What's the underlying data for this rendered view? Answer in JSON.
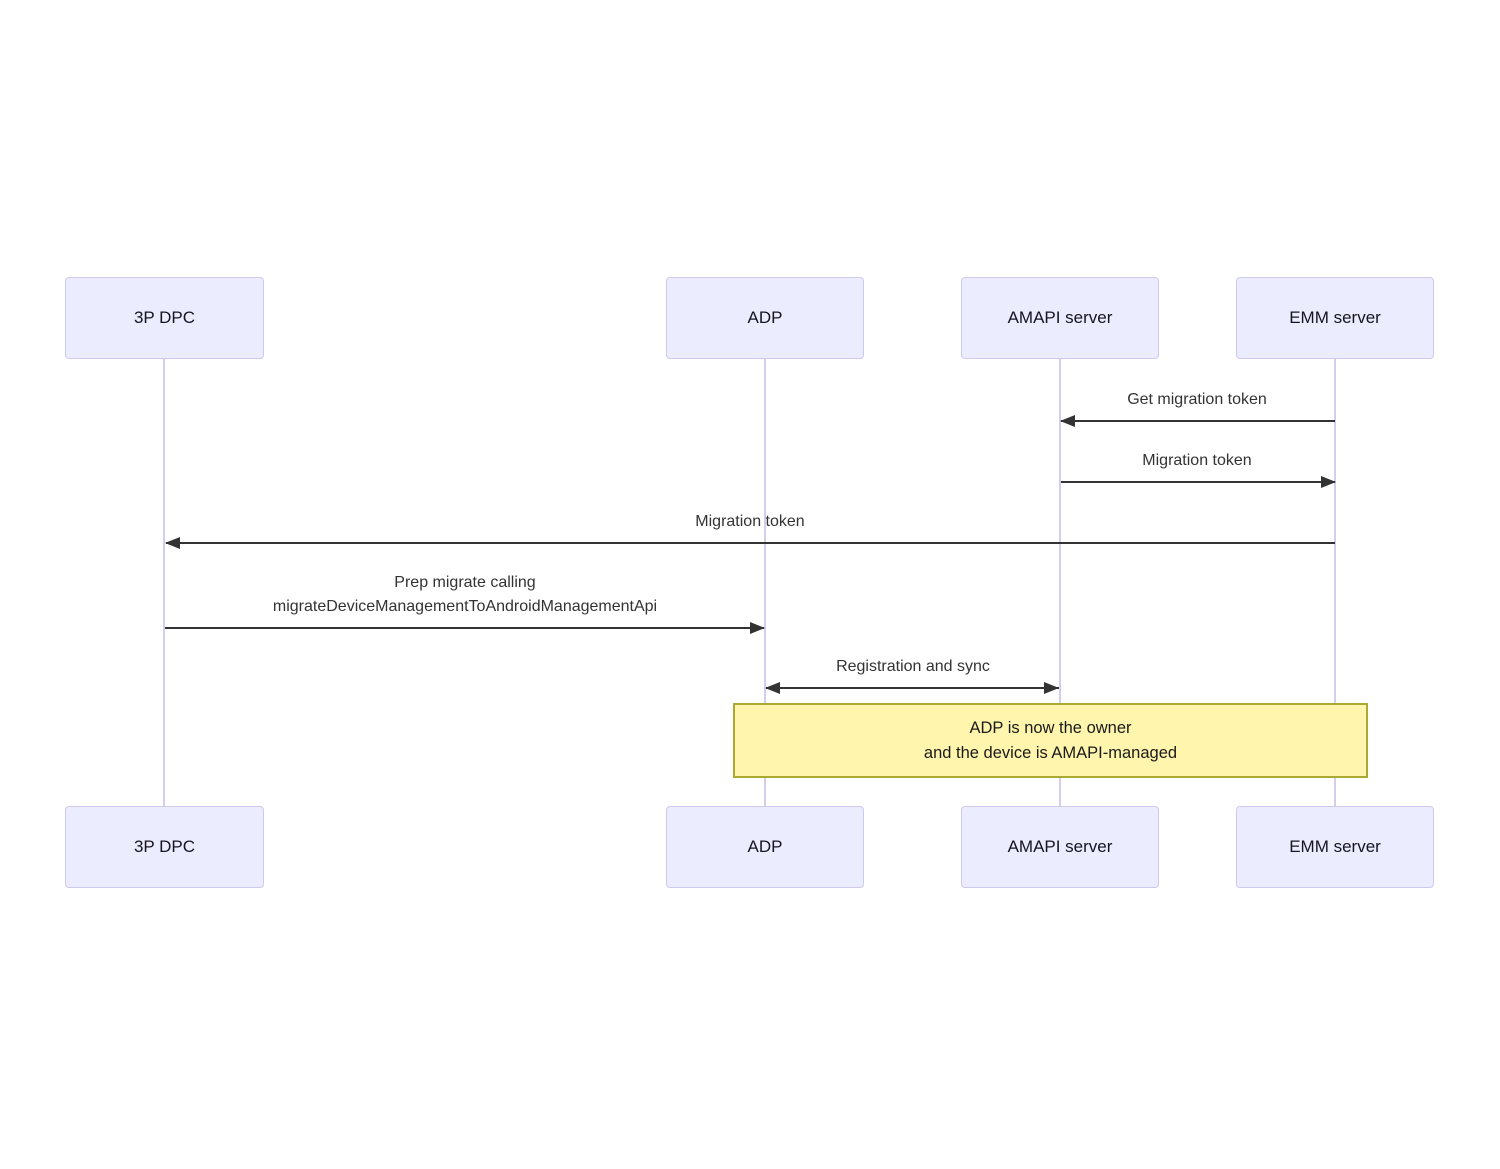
{
  "diagram": {
    "type": "sequence",
    "actors": [
      {
        "id": "3p-dpc",
        "label": "3P DPC"
      },
      {
        "id": "adp",
        "label": "ADP"
      },
      {
        "id": "amapi-server",
        "label": "AMAPI server"
      },
      {
        "id": "emm-server",
        "label": "EMM server"
      }
    ],
    "messages": [
      {
        "label": "Get migration token",
        "from": "EMM server",
        "to": "AMAPI server",
        "direction": "left"
      },
      {
        "label": "Migration token",
        "from": "AMAPI server",
        "to": "EMM server",
        "direction": "right"
      },
      {
        "label": "Migration token",
        "from": "EMM server",
        "to": "3P DPC",
        "direction": "left"
      },
      {
        "line1": "Prep migrate calling",
        "line2": "migrateDeviceManagementToAndroidManagementApi",
        "from": "3P DPC",
        "to": "ADP",
        "direction": "right"
      },
      {
        "label": "Registration and sync",
        "from": "ADP",
        "to": "AMAPI server",
        "direction": "both"
      }
    ],
    "note": {
      "line1": "ADP is now the owner",
      "line2": "and the device is AMAPI-managed",
      "spans": [
        "ADP",
        "EMM server"
      ]
    },
    "colors": {
      "actor_fill": "#ECECFF",
      "actor_border": "#CFC9EE",
      "lifeline": "#D5CCEE",
      "arrow": "#333333",
      "message_text": "#333333",
      "note_fill": "#FFF5AD",
      "note_border": "#AAAA33",
      "background": "#FFFFFF"
    }
  }
}
